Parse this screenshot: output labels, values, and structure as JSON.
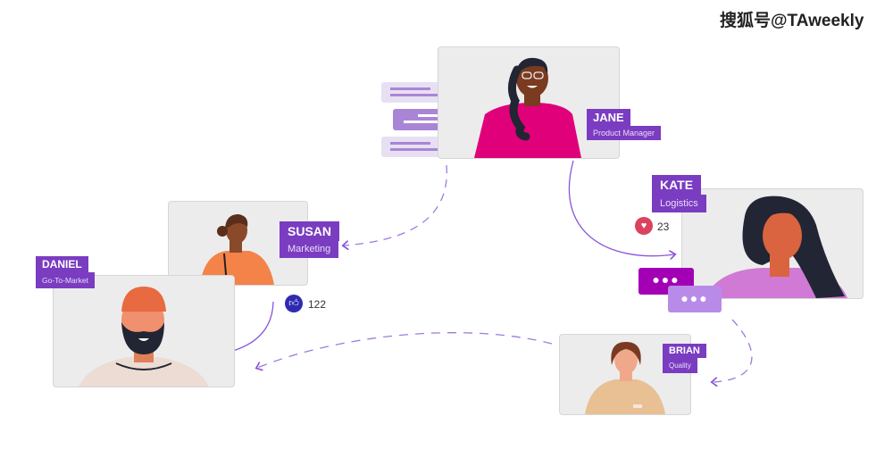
{
  "watermark": "搜狐号@TAweekly",
  "people": [
    {
      "name": "JANE",
      "role": "Product Manager"
    },
    {
      "name": "SUSAN",
      "role": "Marketing"
    },
    {
      "name": "DANIEL",
      "role": "Go-To-Market"
    },
    {
      "name": "KATE",
      "role": "Logistics"
    },
    {
      "name": "BRIAN",
      "role": "Quality"
    }
  ],
  "reactions": {
    "likes": "122",
    "hearts": "23"
  },
  "colors": {
    "label": "#7a3cc0",
    "card": "#ececec",
    "like": "#2e2bb0",
    "heart": "#d9435e",
    "connector": "#8a55d8"
  }
}
